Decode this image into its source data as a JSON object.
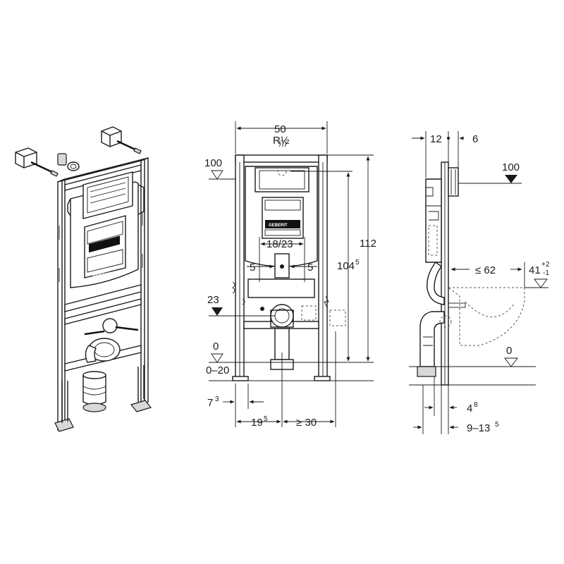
{
  "brand": "GEBERIT",
  "front": {
    "width": "50",
    "thread": "R½",
    "height_total": "112",
    "height_inner": "104",
    "height_inner_sup": "5",
    "level_100": "100",
    "level_23": "23",
    "level_0": "0",
    "floor_range": "0–20",
    "bolt_spacing": "18/23",
    "offset_left": "5",
    "offset_right": "5",
    "foot_offset": "7",
    "foot_offset_sup": "3",
    "foot_center": "19",
    "foot_center_sup": "5",
    "min_spacing": "≥ 30"
  },
  "side": {
    "depth_a": "12",
    "depth_b": "6",
    "level_100": "100",
    "bowl_reach": "≤ 62",
    "bowl_height": "41",
    "bowl_height_plus": "+2",
    "bowl_height_minus": "-1",
    "level_0": "0",
    "wall_gap": "4",
    "wall_gap_sup": "8",
    "depth_range": "9–13",
    "depth_range_sup": "5"
  }
}
